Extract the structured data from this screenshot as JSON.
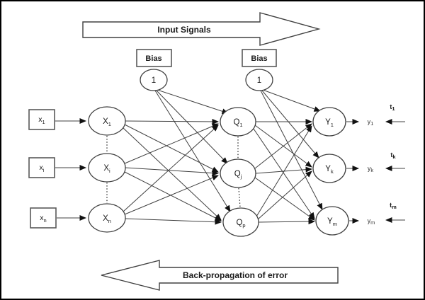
{
  "colors": {
    "stroke": "#404040",
    "text": "#1a1a1a",
    "background": "#ffffff",
    "frame_border": "#000000"
  },
  "arrows": {
    "top_label": "Input Signals",
    "bottom_label": "Back-propagation of error"
  },
  "bias": {
    "box_label": "Bias",
    "node_value": "1"
  },
  "layers": {
    "input_boxes": [
      {
        "base": "x",
        "sub": "1"
      },
      {
        "base": "x",
        "sub": "i"
      },
      {
        "base": "x",
        "sub": "n"
      }
    ],
    "input_units": [
      {
        "base": "X",
        "sub": "1"
      },
      {
        "base": "X",
        "sub": "i"
      },
      {
        "base": "X",
        "sub": "n"
      }
    ],
    "hidden_units": [
      {
        "base": "Q",
        "sub": "1"
      },
      {
        "base": "Q",
        "sub": "j"
      },
      {
        "base": "Q",
        "sub": "p"
      }
    ],
    "output_units": [
      {
        "base": "Y",
        "sub": "1"
      },
      {
        "base": "Y",
        "sub": "k"
      },
      {
        "base": "Y",
        "sub": "m"
      }
    ],
    "output_signals": [
      {
        "base": "y",
        "sub": "1"
      },
      {
        "base": "y",
        "sub": "k"
      },
      {
        "base": "y",
        "sub": "m"
      }
    ],
    "targets": [
      {
        "base": "t",
        "sub": "1"
      },
      {
        "base": "t",
        "sub": "k"
      },
      {
        "base": "t",
        "sub": "m"
      }
    ]
  }
}
